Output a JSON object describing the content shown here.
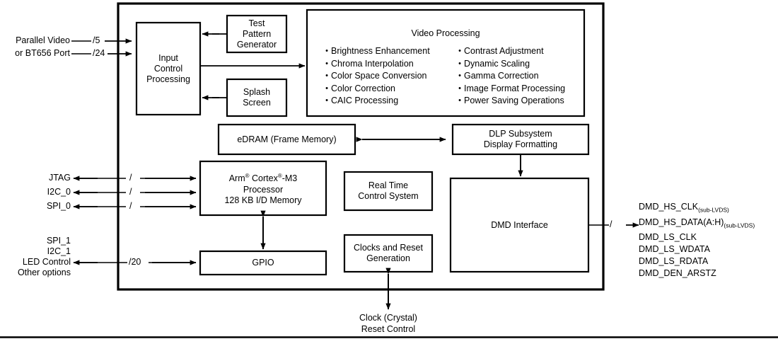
{
  "diagram": {
    "title": "DLP display controller block diagram",
    "chip_boundary": "device package outline",
    "line_color": "#000000",
    "background": "#ffffff"
  },
  "left_ports": {
    "parallel_video": {
      "line1": "Parallel Video",
      "line2": "or BT656 Port",
      "width1": "/5",
      "width2": "/24"
    },
    "jtag": {
      "label": "JTAG",
      "width": "/"
    },
    "i2c_0": {
      "label": "I2C_0",
      "width": "/"
    },
    "spi_0": {
      "label": "SPI_0",
      "width": "/"
    },
    "gpio_group": {
      "line1": "SPI_1",
      "line2": "I2C_1",
      "line3": "LED Control",
      "line4": "Other options",
      "width": "/20"
    }
  },
  "blocks": {
    "input_control": {
      "line1": "Input",
      "line2": "Control",
      "line3": "Processing"
    },
    "test_pattern": {
      "line1": "Test",
      "line2": "Pattern",
      "line3": "Generator"
    },
    "splash_screen": {
      "line1": "Splash",
      "line2": "Screen"
    },
    "video_processing": {
      "title": "Video Processing",
      "bullets_left": [
        "Brightness Enhancement",
        "Chroma Interpolation",
        "Color Space Conversion",
        "Color Correction",
        "CAIC Processing"
      ],
      "bullets_right": [
        "Contrast Adjustment",
        "Dynamic Scaling",
        "Gamma Correction",
        "Image Format Processing",
        "Power Saving Operations"
      ],
      "bullet_glyph": "•"
    },
    "edram": {
      "label": "eDRAM (Frame Memory)"
    },
    "dlp_subsystem": {
      "line1": "DLP Subsystem",
      "line2": "Display Formatting"
    },
    "processor": {
      "line1_pre": "Arm",
      "line1_reg1": "®",
      "line1_mid": " Cortex",
      "line1_reg2": "®",
      "line1_post": "-M3",
      "line2": "Processor",
      "line3": "128 KB I/D Memory"
    },
    "real_time_control": {
      "line1": "Real Time",
      "line2": "Control System"
    },
    "gpio": {
      "label": "GPIO"
    },
    "clocks_reset": {
      "line1": "Clocks and Reset",
      "line2": "Generation"
    },
    "dmd_interface": {
      "label": "DMD Interface"
    }
  },
  "bottom_port": {
    "line1": "Clock (Crystal)",
    "line2": "Reset Control"
  },
  "right_ports": {
    "width": "/",
    "signals": [
      {
        "name": "DMD_HS_CLK",
        "suffix": "(sub-LVDS)"
      },
      {
        "name": "DMD_HS_DATA(A:H)",
        "suffix": "(sub-LVDS)"
      },
      {
        "name": "DMD_LS_CLK",
        "suffix": ""
      },
      {
        "name": "DMD_LS_WDATA",
        "suffix": ""
      },
      {
        "name": "DMD_LS_RDATA",
        "suffix": ""
      },
      {
        "name": "DMD_DEN_ARSTZ",
        "suffix": ""
      }
    ]
  }
}
